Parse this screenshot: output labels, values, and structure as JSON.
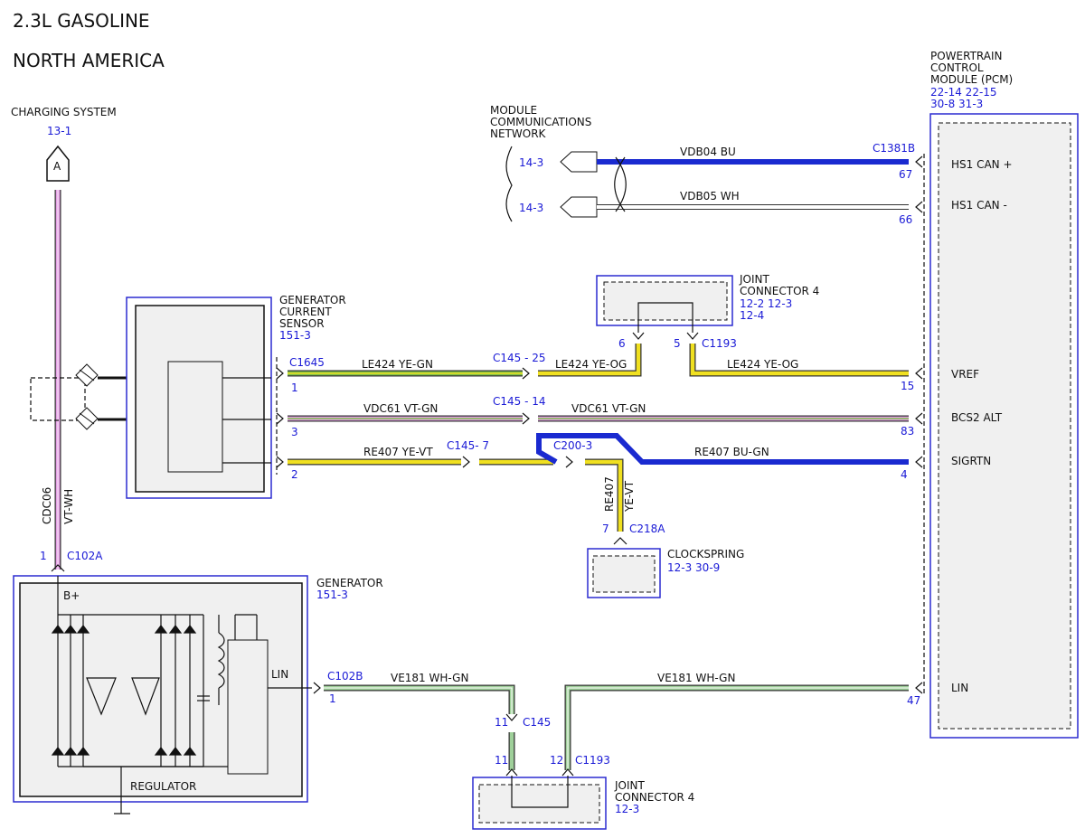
{
  "header": {
    "line1": "2.3L GASOLINE",
    "line2": "NORTH AMERICA"
  },
  "charging": {
    "title": "CHARGING SYSTEM",
    "ref": "13-1",
    "connector_letter": "A"
  },
  "pcm": {
    "title1": "POWERTRAIN",
    "title2": "CONTROL",
    "title3": "MODULE (PCM)",
    "refs1": "22-14  22-15",
    "refs2": "30-8   31-3",
    "connector": "C1381B",
    "pins": {
      "hs1_plus": {
        "label": "HS1 CAN +",
        "pin": "67"
      },
      "hs1_minus": {
        "label": "HS1 CAN -",
        "pin": "66"
      },
      "vref": {
        "label": "VREF",
        "pin": "15"
      },
      "bcs2": {
        "label": "BCS2 ALT",
        "pin": "83"
      },
      "sigrtn": {
        "label": "SIGRTN",
        "pin": "4"
      },
      "lin": {
        "label": "LIN",
        "pin": "47"
      }
    }
  },
  "network": {
    "title1": "MODULE",
    "title2": "COMMUNICATIONS",
    "title3": "NETWORK",
    "ref_top": "14-3",
    "ref_bottom": "14-3"
  },
  "wires": {
    "vdb04": "VDB04  BU",
    "vdb05": "VDB05  WH",
    "le424_a": "LE424  YE-GN",
    "le424_b": "LE424  YE-OG",
    "le424_c": "LE424  YE-OG",
    "vdc61_a": "VDC61  VT-GN",
    "vdc61_b": "VDC61  VT-GN",
    "re407_a": "RE407  YE-VT",
    "re407_b": "RE407  BU-GN",
    "re407_v1": "RE407",
    "re407_v2": "YE-VT",
    "cdc06_1": "CDC06",
    "cdc06_2": "VT-WH",
    "ve181_a": "VE181    WH-GN",
    "ve181_b": "VE181    WH-GN"
  },
  "sensor": {
    "title1": "GENERATOR",
    "title2": "CURRENT",
    "title3": "SENSOR",
    "ref": "151-3",
    "connector": "C1645",
    "pin1": "1",
    "pin3": "3",
    "pin2": "2"
  },
  "joint_top": {
    "title1": "JOINT",
    "title2": "CONNECTOR 4",
    "refs1": "12-2   12-3",
    "refs2": "12-4",
    "pin6": "6",
    "pin5": "5",
    "connector": "C1193"
  },
  "inline": {
    "c145_25": "C145 - 25",
    "c145_14": "C145 - 14",
    "c145_7": "C145- 7",
    "c200_3": "C200-3"
  },
  "clockspring": {
    "title": "CLOCKSPRING",
    "refs": "12-3   30-9",
    "pin": "7",
    "connector": "C218A"
  },
  "generator": {
    "title": "GENERATOR",
    "ref": "151-3",
    "bplus": "B+",
    "lin": "LIN",
    "regulator": "REGULATOR",
    "c102a_pin": "1",
    "c102a": "C102A",
    "c102b": "C102B",
    "c102b_pin": "1"
  },
  "joint_bottom": {
    "title1": "JOINT",
    "title2": "CONNECTOR 4",
    "ref": "12-3",
    "c145_pin": "11",
    "c145": "C145",
    "pin11": "11",
    "pin12": "12",
    "connector": "C1193"
  },
  "colors": {
    "blue_label": "#1a1ad6",
    "wire_violet": "#e6a0e6",
    "wire_yellow": "#f0e020",
    "wire_green": "#7cc04a",
    "wire_blue": "#1a2ad0",
    "wire_white": "#d8d8d8",
    "wire_wh_gn": "#9fd09a"
  }
}
